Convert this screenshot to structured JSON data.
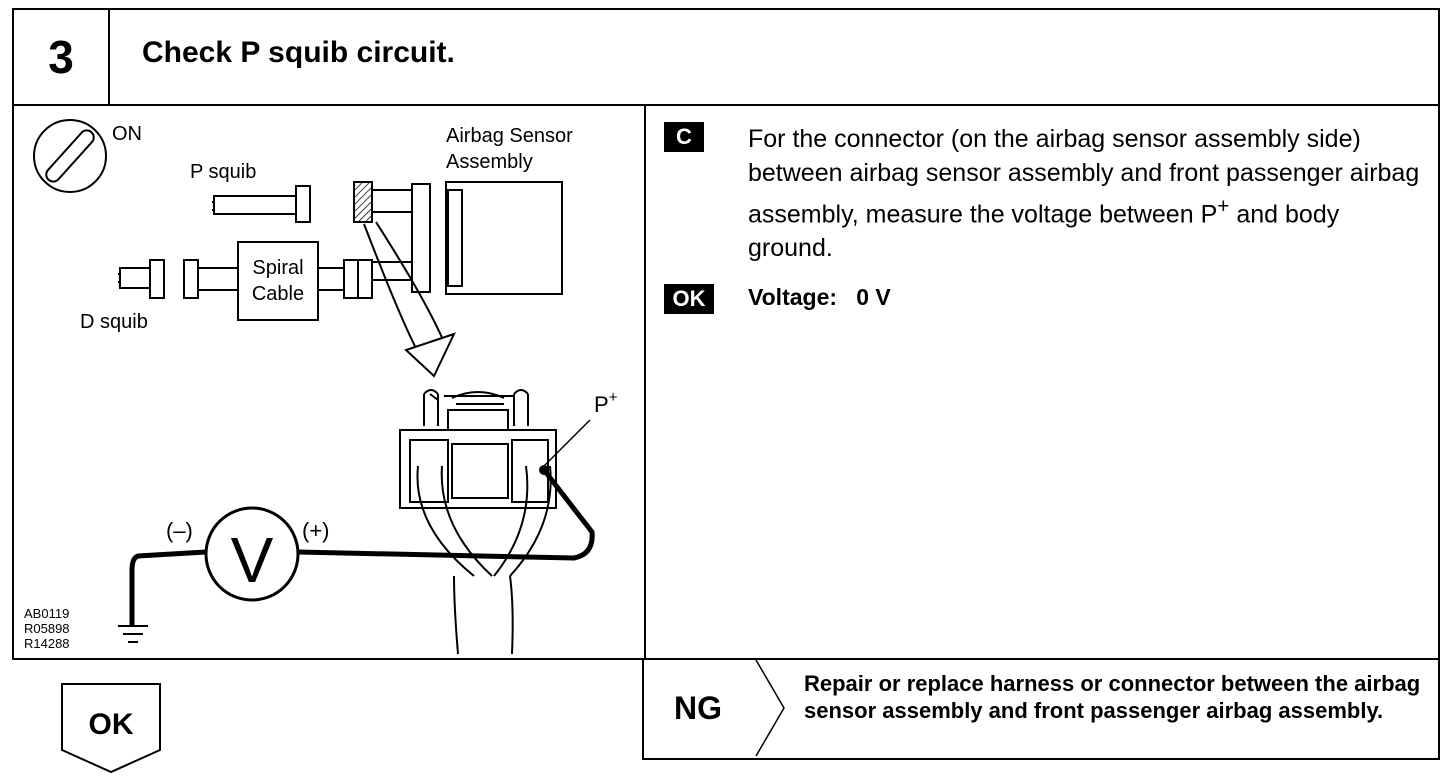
{
  "step": {
    "number": "3",
    "title": "Check P squib circuit."
  },
  "diagram": {
    "ignition_label": "ON",
    "p_squib_label": "P squib",
    "d_squib_label": "D squib",
    "sensor_label_line1": "Airbag Sensor",
    "sensor_label_line2": "Assembly",
    "spiral_label_line1": "Spiral",
    "spiral_label_line2": "Cable",
    "terminal_label": "P",
    "terminal_sup": "+",
    "meter_symbol": "V",
    "neg_label": "(–)",
    "pos_label": "(+)",
    "ref_codes": [
      "AB0119",
      "R05898",
      "R14288"
    ]
  },
  "instruction": {
    "tag": "C",
    "text_part1": "For the connector (on the airbag sensor assembly side) between airbag sensor assembly and front passenger airbag assembly, measure the voltage between P",
    "text_sup": "+",
    "text_part2": " and body ground."
  },
  "ok_result": {
    "tag": "OK",
    "label": "Voltage:",
    "value": "0 V"
  },
  "outcome_ok": {
    "label": "OK"
  },
  "outcome_ng": {
    "label": "NG",
    "text": "Repair or replace harness or connector between the airbag sensor assembly and front passenger airbag assembly."
  }
}
